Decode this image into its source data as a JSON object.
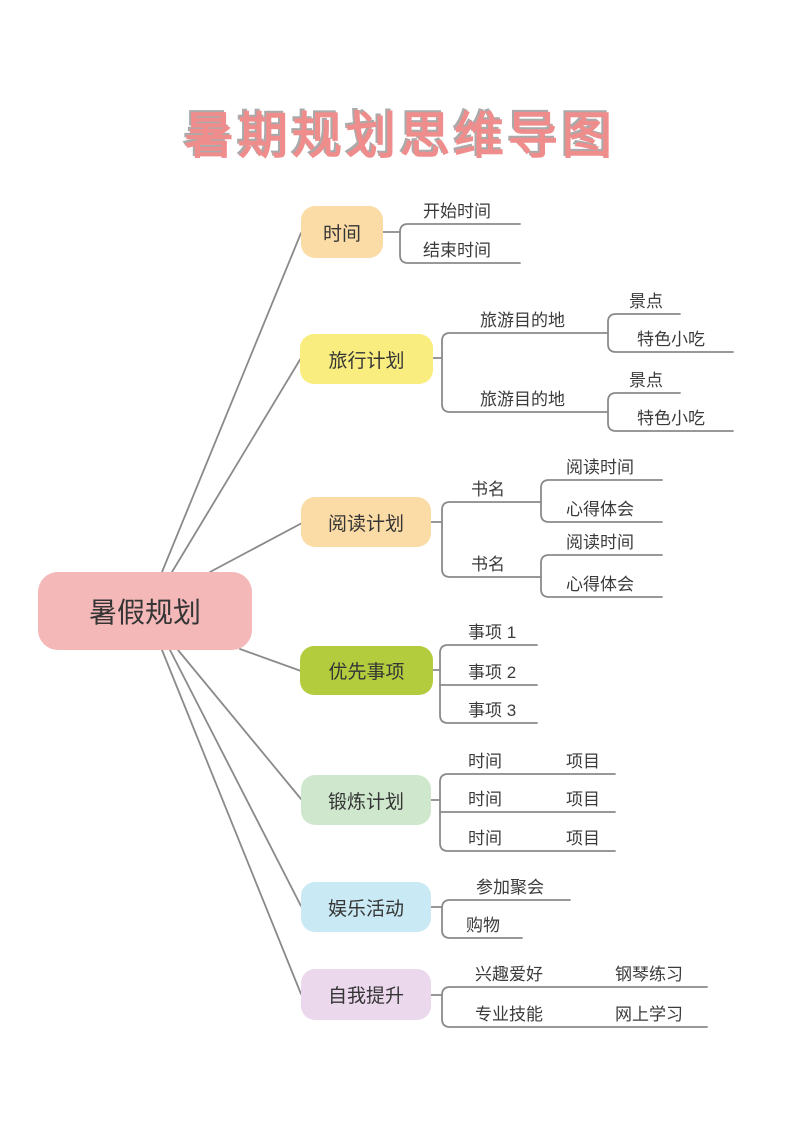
{
  "page": {
    "title": "暑期规划思维导图"
  },
  "colors": {
    "title": "#ef8d8d",
    "root": "#f4b8b8",
    "time": "#fbdba6",
    "travel": "#f9ed80",
    "reading": "#fbdba6",
    "priority": "#b2cc3d",
    "exercise": "#cfe8cd",
    "entertainment": "#c9e9f4",
    "self_improvement": "#ecd8ec",
    "line": "#8a8a8a",
    "text": "#3b3b3b"
  },
  "root": {
    "label": "暑假规划"
  },
  "branches": {
    "time": {
      "label": "时间",
      "start": "开始时间",
      "end": "结束时间"
    },
    "travel": {
      "label": "旅行计划",
      "destinations": [
        {
          "label": "旅游目的地",
          "spot": "景点",
          "snack": "特色小吃"
        },
        {
          "label": "旅游目的地",
          "spot": "景点",
          "snack": "特色小吃"
        }
      ]
    },
    "reading": {
      "label": "阅读计划",
      "books": [
        {
          "label": "书名",
          "time": "阅读时间",
          "reflection": "心得体会"
        },
        {
          "label": "书名",
          "time": "阅读时间",
          "reflection": "心得体会"
        }
      ]
    },
    "priority": {
      "label": "优先事项",
      "items": [
        "事项 1",
        "事项 2",
        "事项 3"
      ]
    },
    "exercise": {
      "label": "锻炼计划",
      "rows": [
        {
          "time": "时间",
          "item": "项目"
        },
        {
          "time": "时间",
          "item": "项目"
        },
        {
          "time": "时间",
          "item": "项目"
        }
      ]
    },
    "entertainment": {
      "label": "娱乐活动",
      "items": [
        "参加聚会",
        "购物"
      ]
    },
    "self_improvement": {
      "label": "自我提升",
      "rows": [
        {
          "category": "兴趣爱好",
          "activity": "钢琴练习"
        },
        {
          "category": "专业技能",
          "activity": "网上学习"
        }
      ]
    }
  }
}
